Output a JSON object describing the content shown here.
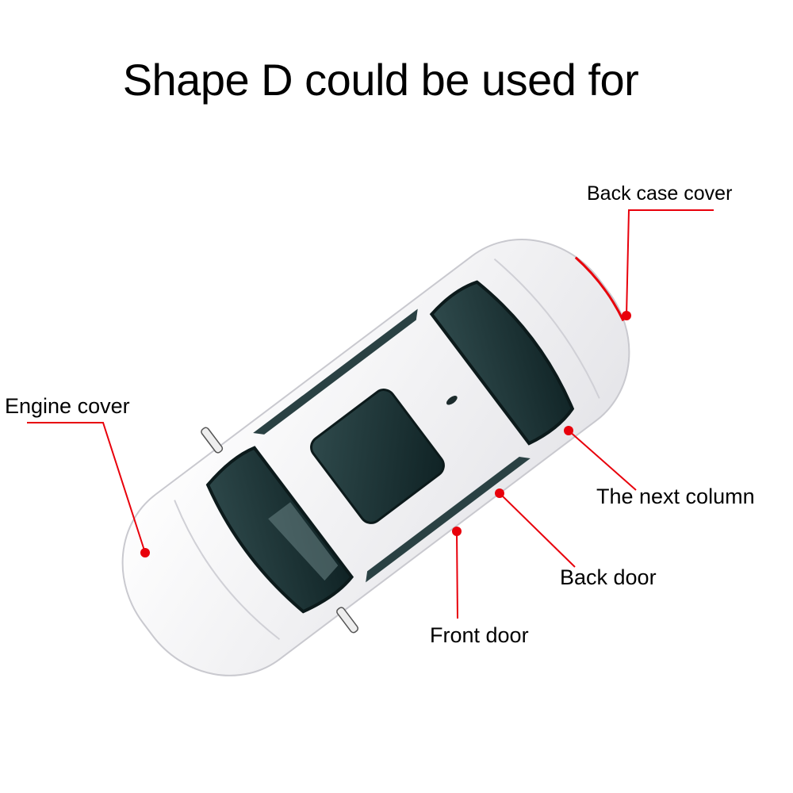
{
  "title": "Shape D could be used for",
  "labels": {
    "back_case_cover": "Back case cover",
    "engine_cover": "Engine cover",
    "next_column": "The next column",
    "back_door": "Back door",
    "front_door": "Front door"
  },
  "colors": {
    "pointer": "#e8000b",
    "car_body": "#f2f2f4",
    "glass": "#1c3436"
  }
}
